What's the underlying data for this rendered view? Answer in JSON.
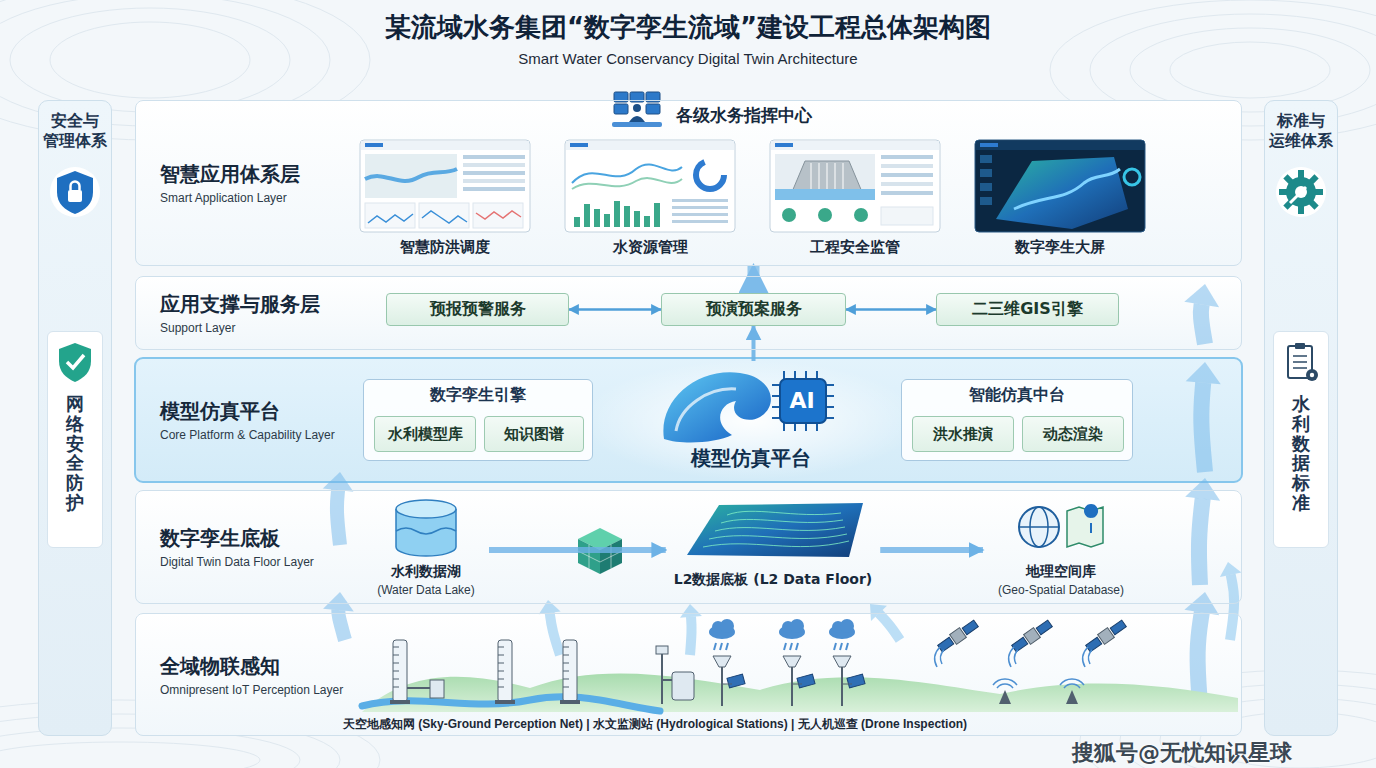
{
  "diagram": {
    "title": "某流域水务集团“数字孪生流域”建设工程总体架构图",
    "nodes": [
      {
        "text": [
          "安全与 管理体系",
          "网络安全防护"
        ]
      },
      {
        "text": [
          "标准与 运维体系",
          "水利数据标准"
        ]
      },
      {
        "text": [
          "智慧应用体系层",
          "Smart Application Layer"
        ]
      },
      {
        "text": [
          "智慧防洪调度"
        ],
        "in": 2
      },
      {
        "text": [
          "水资源管理"
        ],
        "in": 2
      },
      {
        "text": [
          "工程安全监管"
        ],
        "in": 2
      },
      {
        "text": [
          "数字孪生大屏"
        ],
        "in": 2
      },
      {
        "text": [
          "应用支撑与服务层",
          "Support Layer"
        ]
      },
      {
        "text": [
          "预报预警服务"
        ],
        "in": 7
      },
      {
        "text": [
          "预演预案服务"
        ],
        "in": 7
      },
      {
        "text": [
          "二三维GIS引擎"
        ],
        "in": 7
      },
      {
        "text": [
          "模型仿真平台",
          "Core Platform & Capability Layer"
        ]
      },
      {
        "text": [
          "数字孪生引擎"
        ],
        "in": 11
      },
      {
        "text": [
          "水利模型库"
        ],
        "in": 12
      },
      {
        "text": [
          "知识图谱"
        ],
        "in": 12
      },
      {
        "text": [
          "模型仿真平台"
        ],
        "in": 11
      },
      {
        "text": [
          "智能仿真中台"
        ],
        "in": 11
      },
      {
        "text": [
          "洪水推演"
        ],
        "in": 16
      },
      {
        "text": [
          "动态渲染"
        ],
        "in": 16
      },
      {
        "text": [
          "数字孪生底板",
          "Digital Twin Data Floor Layer"
        ]
      },
      {
        "text": [
          "水利数据湖",
          "(Water Data Lake)"
        ],
        "in": 19
      },
      {
        "text": [
          "L2数据底板 (L2 Data Floor)"
        ],
        "in": 19
      },
      {
        "text": [
          "地理空间库",
          "(Geo-Spatial Database)"
        ],
        "in": 19
      },
      {
        "text": [
          "全域物联感知",
          "Omnipresent IoT Perception Layer"
        ]
      }
    ],
    "edges": [
      {
        "from": 8,
        "to": 9,
        "arrow": "both"
      },
      {
        "from": 9,
        "to": 10,
        "arrow": "both"
      },
      {
        "from": 15,
        "to": 9,
        "arrow": "to"
      },
      {
        "from": 9,
        "to": 2,
        "arrow": "to"
      },
      {
        "from": 20,
        "to": 21,
        "arrow": "to"
      },
      {
        "from": 21,
        "to": 22,
        "arrow": "to"
      }
    ],
    "labels": [
      "Smart Water Conservancy Digital Twin Architecture",
      "各级水务指挥中心",
      "AI",
      "天空地感知网 (Sky-Ground Perception Net) | 水文监测站 (Hydrological Stations) | 无人机巡查 (Drone Inspection)",
      "搜狐号@无忧知识星球"
    ]
  }
}
